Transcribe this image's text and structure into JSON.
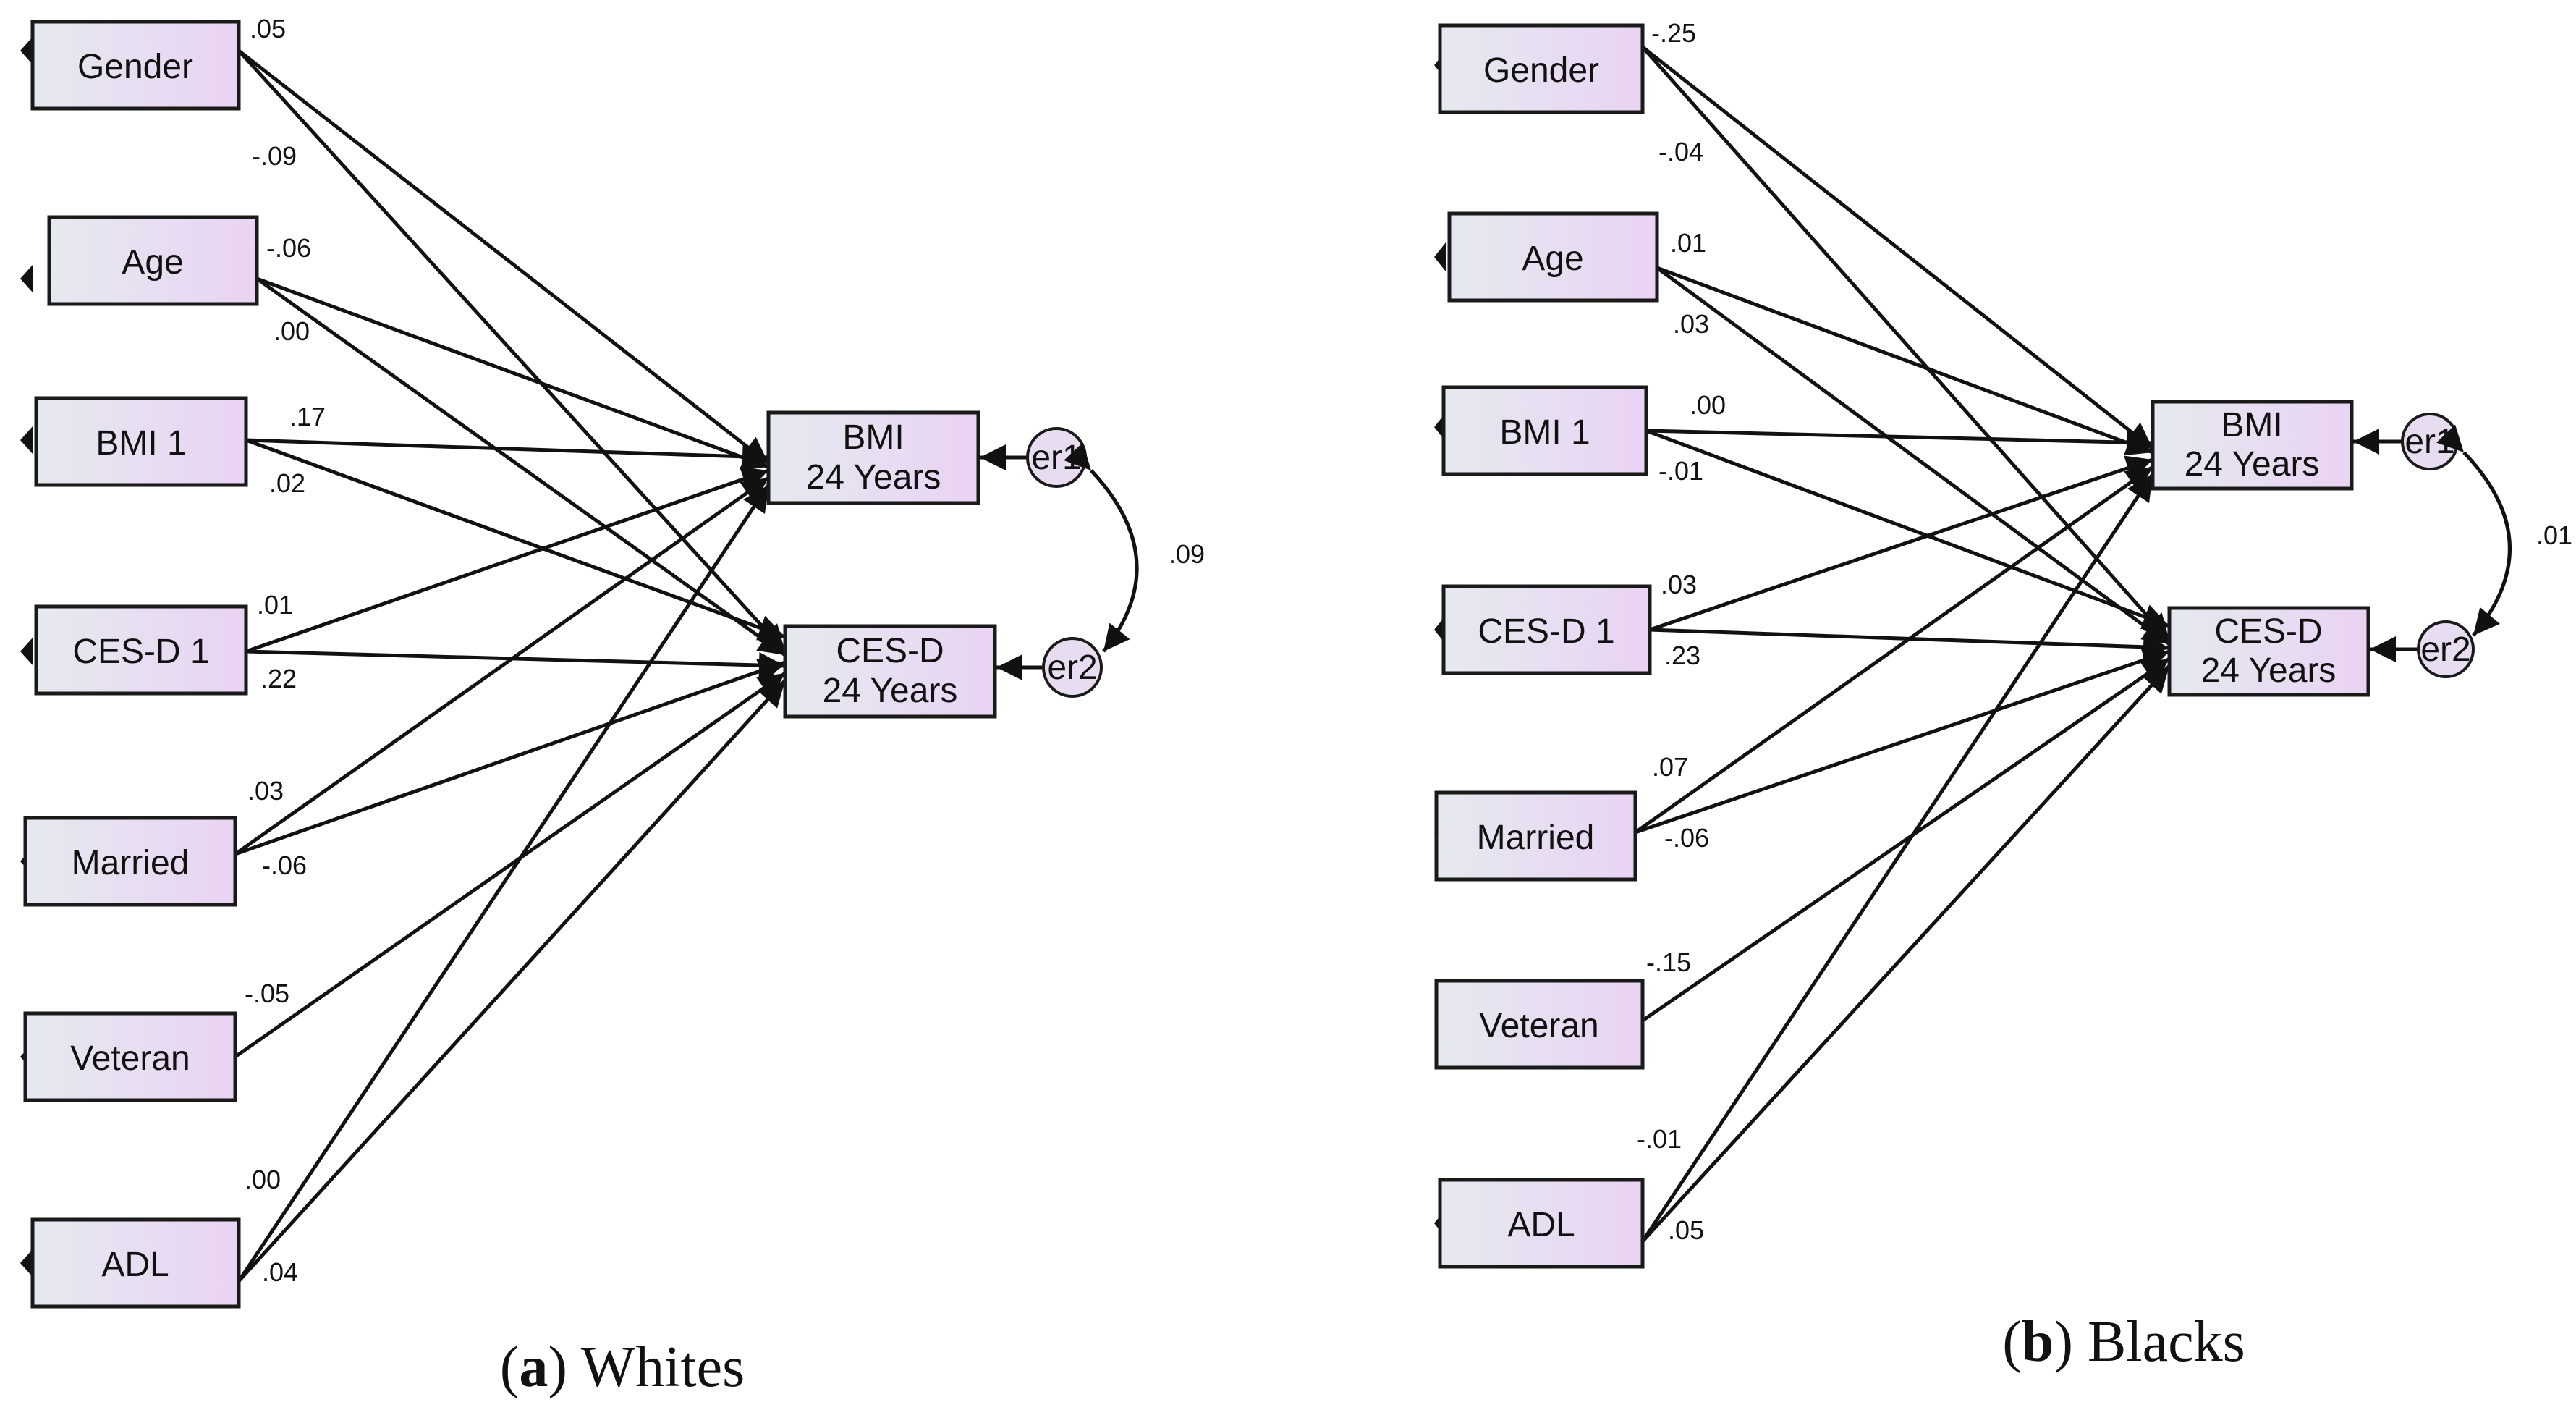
{
  "panels": [
    {
      "caption_letter": "a",
      "caption_text": "Whites",
      "predictors": [
        "Gender",
        "Age",
        "BMI 1",
        "CES-D 1",
        "Married",
        "Veteran",
        "ADL"
      ],
      "outcomes": [
        {
          "line1": "BMI",
          "line2": "24 Years"
        },
        {
          "line1": "CES-D",
          "line2": "24 Years"
        }
      ],
      "errors": [
        "er1",
        "er2"
      ],
      "error_covariance": ".09",
      "coefficients": {
        "Gender": [
          ".05",
          "-.09"
        ],
        "Age": [
          "-.06",
          ".00"
        ],
        "BMI 1": [
          ".17",
          ".02"
        ],
        "CES-D 1": [
          ".01",
          ".22"
        ],
        "Married": [
          ".03",
          "-.06"
        ],
        "Veteran": [
          "-.05"
        ],
        "ADL": [
          ".00",
          ".04"
        ]
      }
    },
    {
      "caption_letter": "b",
      "caption_text": "Blacks",
      "predictors": [
        "Gender",
        "Age",
        "BMI 1",
        "CES-D 1",
        "Married",
        "Veteran",
        "ADL"
      ],
      "outcomes": [
        {
          "line1": "BMI",
          "line2": "24 Years"
        },
        {
          "line1": "CES-D",
          "line2": "24 Years"
        }
      ],
      "errors": [
        "er1",
        "er2"
      ],
      "error_covariance": ".01",
      "coefficients": {
        "Gender": [
          "-.25",
          "-.04"
        ],
        "Age": [
          ".01",
          ".03"
        ],
        "BMI 1": [
          ".00",
          "-.01"
        ],
        "CES-D 1": [
          ".03",
          ".23"
        ],
        "Married": [
          ".07",
          "-.06"
        ],
        "Veteran": [
          "-.15"
        ],
        "ADL": [
          "-.01",
          ".05"
        ]
      }
    }
  ],
  "colors": {
    "box_left": "#e6e9ef",
    "box_right": "#e9d3f3",
    "error_fill": "#e8dcf0",
    "line": "#111111"
  }
}
